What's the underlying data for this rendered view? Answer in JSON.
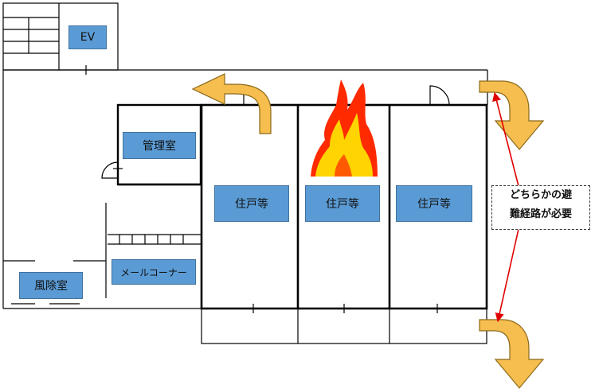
{
  "labels": {
    "ev": "EV",
    "management_room": "管理室",
    "windbreak_room": "風除室",
    "mail_corner": "メールコーナー",
    "unit_left": "住戸等",
    "unit_middle": "住戸等",
    "unit_right": "住戸等"
  },
  "note": {
    "line1": "どちらかの避",
    "line2": "難経路が必要"
  },
  "colors": {
    "label_fill": "#5b9bd5",
    "arrow_fill": "#f6bd4f",
    "arrow_stroke": "#8a6a1a",
    "fire_outer": "#ff2a00",
    "fire_inner": "#ffd400",
    "indicator_line": "#e00000"
  },
  "icons": [
    "escape-arrow",
    "fire-icon",
    "double-headed-arrow"
  ]
}
